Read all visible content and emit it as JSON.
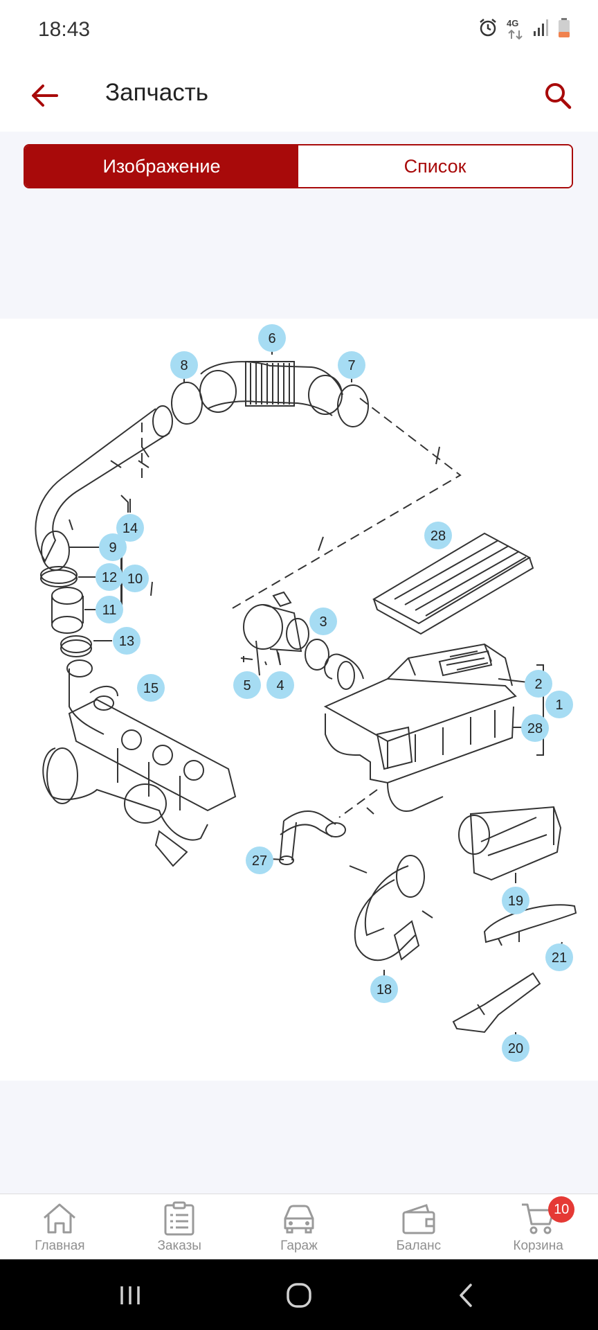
{
  "status_bar": {
    "time": "18:43",
    "network": "4G",
    "icons": [
      "alarm-icon",
      "network-4g-icon",
      "signal-icon",
      "battery-icon"
    ]
  },
  "app_bar": {
    "title": "Запчасть",
    "back_icon": "arrow-left-icon",
    "search_icon": "search-icon"
  },
  "tabs": [
    {
      "label": "Изображение",
      "active": true
    },
    {
      "label": "Список",
      "active": false
    }
  ],
  "diagram": {
    "callouts": [
      "6",
      "8",
      "7",
      "14",
      "28",
      "9",
      "12",
      "10",
      "11",
      "13",
      "3",
      "5",
      "4",
      "15",
      "2",
      "1",
      "28",
      "27",
      "19",
      "18",
      "21",
      "20"
    ]
  },
  "bottom_nav": [
    {
      "label": "Главная",
      "icon": "home-icon"
    },
    {
      "label": "Заказы",
      "icon": "orders-icon"
    },
    {
      "label": "Гараж",
      "icon": "car-icon"
    },
    {
      "label": "Баланс",
      "icon": "wallet-icon"
    },
    {
      "label": "Корзина",
      "icon": "cart-icon",
      "badge": "10"
    }
  ],
  "system_nav": [
    "recent-apps-icon",
    "home-circle-icon",
    "back-chevron-icon"
  ],
  "colors": {
    "accent": "#a80a0a",
    "callout": "#a6dcf3",
    "badge": "#e53935",
    "background": "#f5f6fb"
  }
}
